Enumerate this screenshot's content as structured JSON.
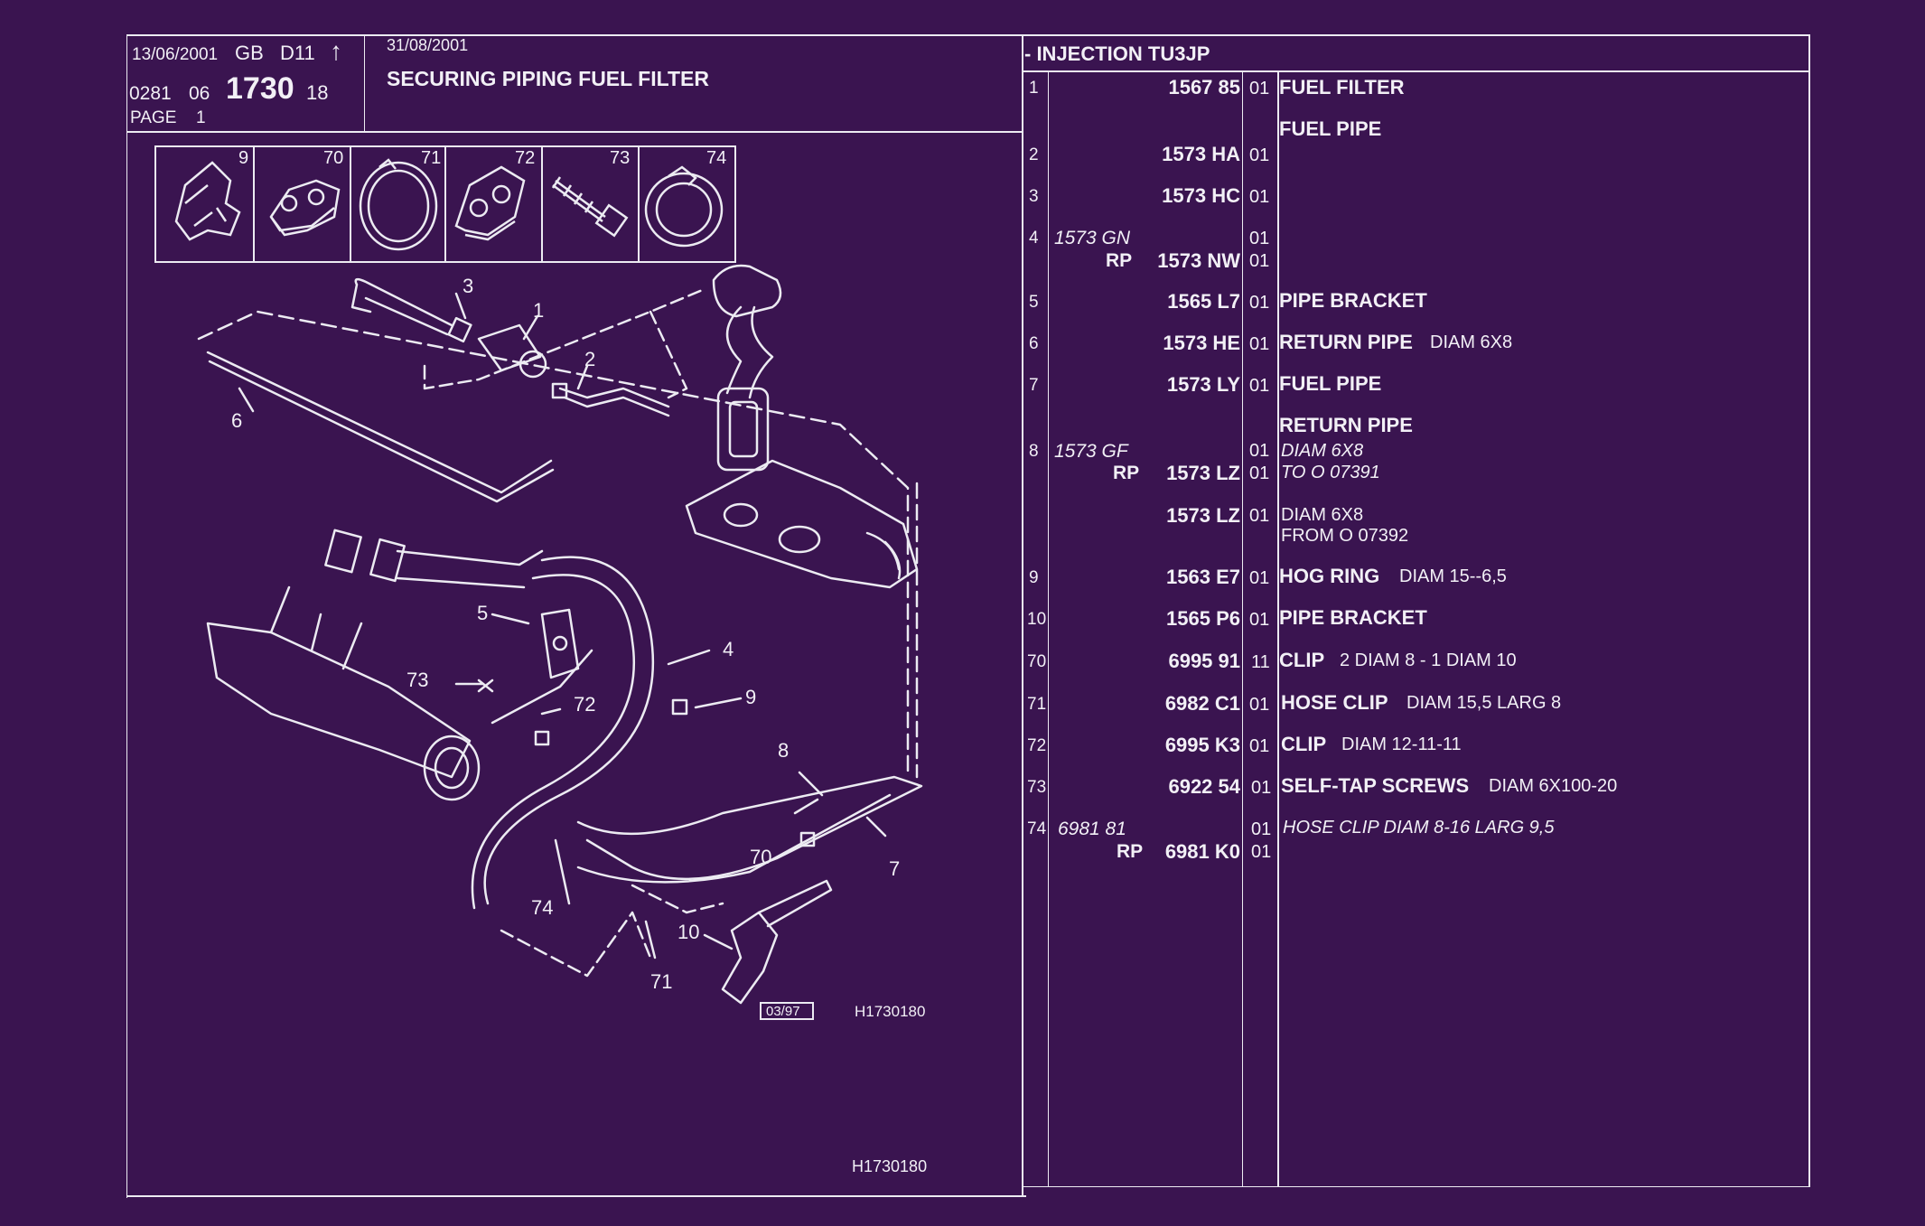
{
  "header": {
    "date1": "13/06/2001",
    "lang": "GB",
    "code_d": "D11",
    "arrow": "↑",
    "ref_a": "0281",
    "ref_b": "06",
    "ref_main": "1730",
    "ref_c": "18",
    "page_label": "PAGE",
    "page_num": "1",
    "date2": "31/08/2001",
    "title": "SECURING PIPING FUEL FILTER",
    "section": "- INJECTION TU3JP"
  },
  "thumbnails": [
    {
      "label": "9",
      "icon": "hog-ring-icon"
    },
    {
      "label": "70",
      "icon": "clip-icon"
    },
    {
      "label": "71",
      "icon": "hose-clip-icon"
    },
    {
      "label": "72",
      "icon": "clip-icon"
    },
    {
      "label": "73",
      "icon": "screw-icon"
    },
    {
      "label": "74",
      "icon": "hose-clip-icon"
    }
  ],
  "diagram": {
    "callouts": [
      "3",
      "1",
      "2",
      "6",
      "5",
      "4",
      "73",
      "72",
      "9",
      "8",
      "70",
      "7",
      "74",
      "10",
      "71"
    ],
    "stamp": "03/97",
    "ref_inner": "H1730180",
    "ref_bottom": "H1730180"
  },
  "parts": [
    {
      "item": "1",
      "pre": "",
      "ref": "1567 85",
      "qty": "01",
      "name": "FUEL FILTER",
      "desc": ""
    },
    {
      "item": "",
      "pre": "",
      "ref": "",
      "qty": "",
      "name": "FUEL PIPE",
      "desc": ""
    },
    {
      "item": "2",
      "pre": "",
      "ref": "1573 HA",
      "qty": "01",
      "name": "",
      "desc": ""
    },
    {
      "item": "3",
      "pre": "",
      "ref": "1573 HC",
      "qty": "01",
      "name": "",
      "desc": ""
    },
    {
      "item": "4",
      "pre": "1573 GN",
      "ref": "",
      "qty": "01",
      "name": "",
      "desc": ""
    },
    {
      "item": "",
      "pre": "RP",
      "ref": "1573 NW",
      "qty": "01",
      "name": "",
      "desc": ""
    },
    {
      "item": "5",
      "pre": "",
      "ref": "1565 L7",
      "qty": "01",
      "name": "PIPE BRACKET",
      "desc": ""
    },
    {
      "item": "6",
      "pre": "",
      "ref": "1573 HE",
      "qty": "01",
      "name": "RETURN PIPE",
      "desc": "DIAM 6X8"
    },
    {
      "item": "7",
      "pre": "",
      "ref": "1573 LY",
      "qty": "01",
      "name": "FUEL PIPE",
      "desc": ""
    },
    {
      "item": "",
      "pre": "",
      "ref": "",
      "qty": "",
      "name": "RETURN PIPE",
      "desc": ""
    },
    {
      "item": "8",
      "pre": "1573 GF",
      "ref": "",
      "qty": "01",
      "name": "",
      "desc": "DIAM 6X8"
    },
    {
      "item": "",
      "pre": "RP",
      "ref": "1573 LZ",
      "qty": "01",
      "name": "",
      "desc": "TO O 07391"
    },
    {
      "item": "",
      "pre": "",
      "ref": "1573 LZ",
      "qty": "01",
      "name": "",
      "desc": "DIAM 6X8"
    },
    {
      "item": "",
      "pre": "",
      "ref": "",
      "qty": "",
      "name": "",
      "desc": "FROM O 07392"
    },
    {
      "item": "9",
      "pre": "",
      "ref": "1563 E7",
      "qty": "01",
      "name": "HOG RING",
      "desc": "DIAM 15--6,5"
    },
    {
      "item": "10",
      "pre": "",
      "ref": "1565 P6",
      "qty": "01",
      "name": "PIPE BRACKET",
      "desc": ""
    },
    {
      "item": "70",
      "pre": "",
      "ref": "6995 91",
      "qty": "11",
      "name": "CLIP",
      "desc": "2 DIAM 8 - 1 DIAM 10"
    },
    {
      "item": "71",
      "pre": "",
      "ref": "6982 C1",
      "qty": "01",
      "name": "HOSE CLIP",
      "desc": "DIAM 15,5 LARG 8"
    },
    {
      "item": "72",
      "pre": "",
      "ref": "6995 K3",
      "qty": "01",
      "name": "CLIP",
      "desc": "DIAM 12-11-11"
    },
    {
      "item": "73",
      "pre": "",
      "ref": "6922 54",
      "qty": "01",
      "name": "SELF-TAP SCREWS",
      "desc": "DIAM 6X100-20"
    },
    {
      "item": "74",
      "pre": "6981 81",
      "ref": "",
      "qty": "01",
      "name": "",
      "desc": "HOSE CLIP DIAM 8-16 LARG 9,5"
    },
    {
      "item": "",
      "pre": "RP",
      "ref": "6981 K0",
      "qty": "01",
      "name": "",
      "desc": ""
    }
  ]
}
